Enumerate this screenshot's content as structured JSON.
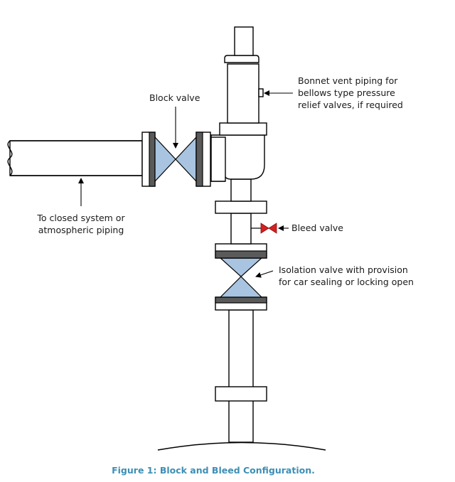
{
  "labels": {
    "block_valve": "Block valve",
    "bonnet_vent_line1": "Bonnet vent piping for",
    "bonnet_vent_line2": "bellows type pressure",
    "bonnet_vent_line3": "relief valves, if required",
    "closed_system_line1": "To closed system or",
    "closed_system_line2": "atmospheric piping",
    "bleed_valve": "Bleed valve",
    "isolation_line1": "Isolation valve with provision",
    "isolation_line2": "for car sealing or locking open"
  },
  "caption": "Figure 1: Block and Bleed Configuration.",
  "colors": {
    "valve_fill": "#a8c4e0",
    "gasket_fill": "#5a5a5a",
    "bleed_valve": "#d42020",
    "caption": "#3d8fb5"
  }
}
